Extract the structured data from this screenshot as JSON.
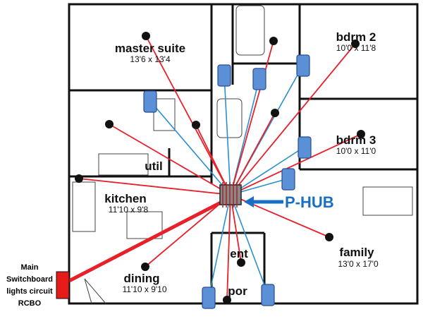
{
  "rooms": [
    {
      "id": "master-suite",
      "name": "master suite",
      "dim": "13'6 x 13'4"
    },
    {
      "id": "bdrm2",
      "name": "bdrm 2",
      "dim": "10'0 x 11'8"
    },
    {
      "id": "bdrm3",
      "name": "bdrm 3",
      "dim": "10'0 x 11'0"
    },
    {
      "id": "util",
      "name": "util",
      "dim": ""
    },
    {
      "id": "kitchen",
      "name": "kitchen",
      "dim": "11'10 x 9'8"
    },
    {
      "id": "family",
      "name": "family",
      "dim": "13'0 x 17'0"
    },
    {
      "id": "ent",
      "name": "ent",
      "dim": ""
    },
    {
      "id": "por",
      "name": "por",
      "dim": ""
    },
    {
      "id": "dining",
      "name": "dining",
      "dim": "11'10 x 9'10"
    }
  ],
  "hub": {
    "label": "P-HUB"
  },
  "panel": {
    "lines": [
      "Main",
      "Switchboard",
      "lights circuit",
      "RCBO"
    ]
  },
  "colors": {
    "light_wire": "#e8202a",
    "switch_wire": "#2a8fd0",
    "panel_wire": "#e8202a",
    "hub_label": "#1a6fc4",
    "hub_arrow": "#1a6fc4",
    "light_point": "#111111",
    "switch_fill": "#5b8fd6",
    "panel_fill": "#e41b17",
    "wall": "#111111"
  },
  "icons": {
    "light": "ceiling-light-icon",
    "switch": "wall-switch-icon",
    "hub": "hub-chip-icon",
    "panel": "rcbo-panel-icon"
  },
  "counts": {
    "lights": 12,
    "switches": 8
  }
}
